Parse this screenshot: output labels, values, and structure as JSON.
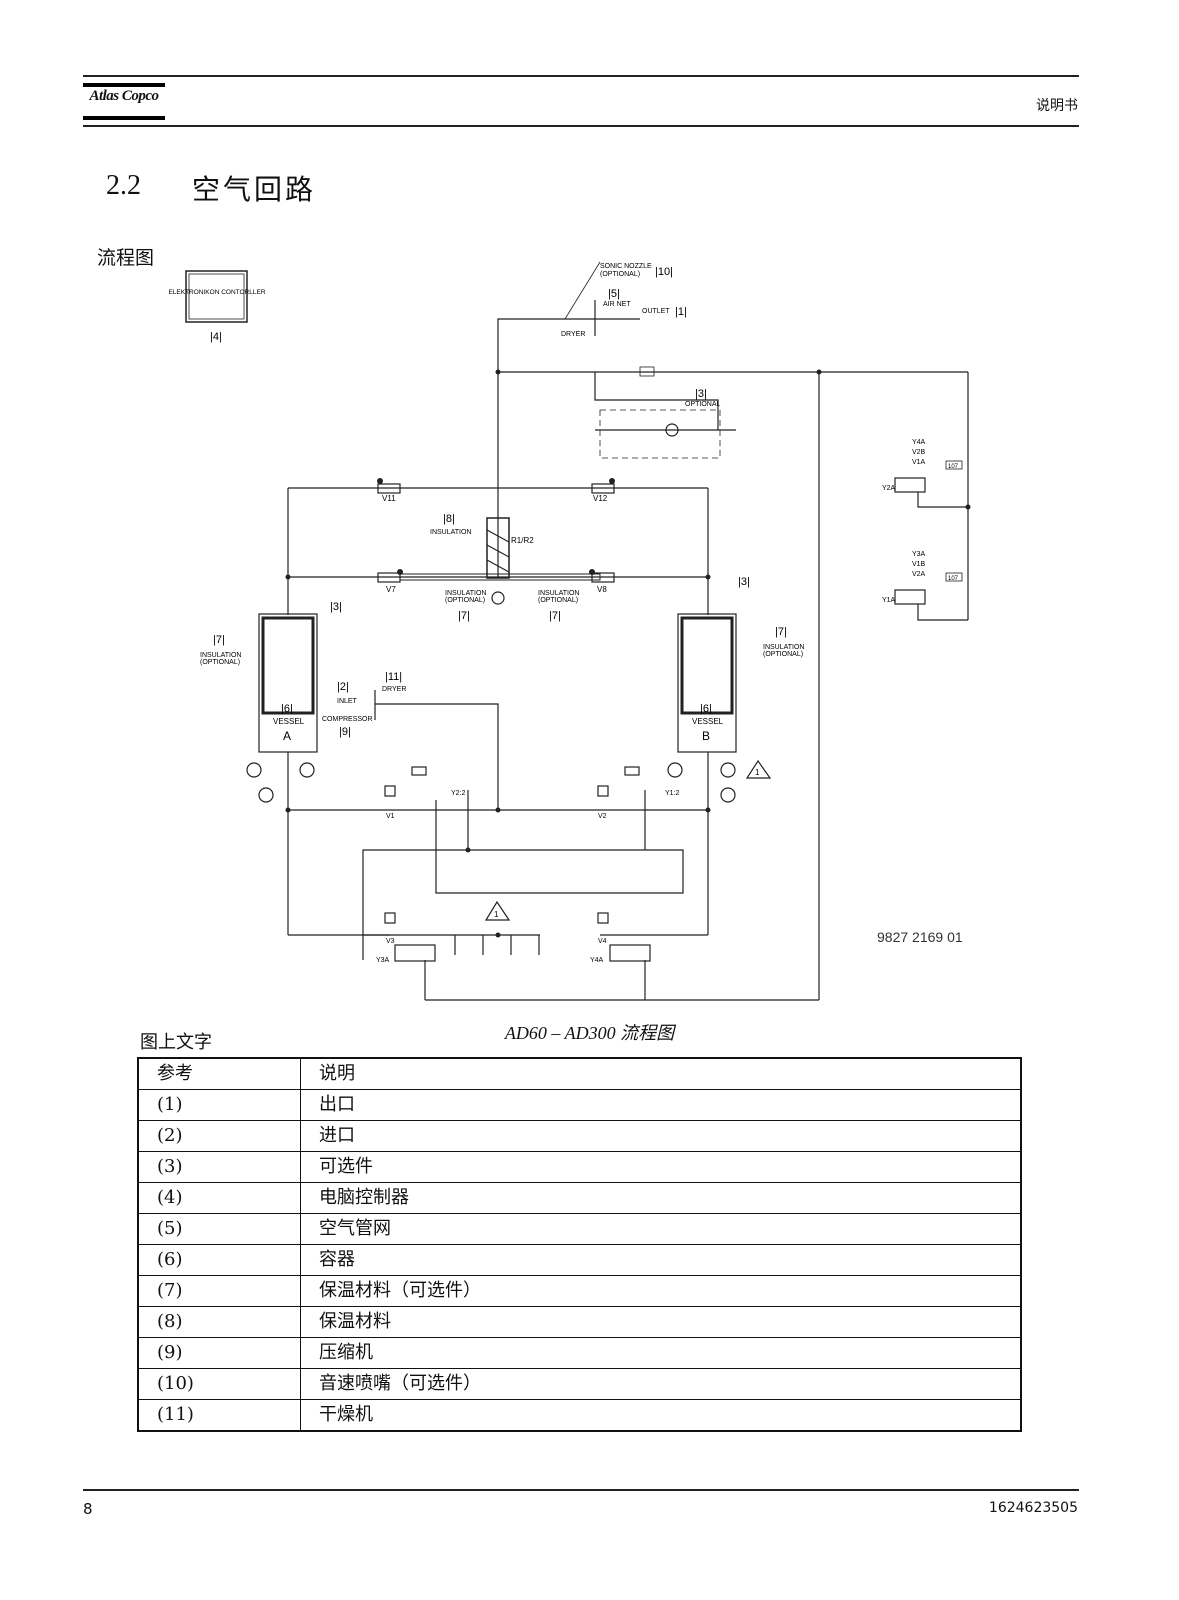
{
  "header": {
    "brand": "Atlas Copco",
    "doc_type": "说明书"
  },
  "section": {
    "number": "2.2",
    "title": "空气回路"
  },
  "subheading": "流程图",
  "diagram": {
    "controller_box": "ELEKTRONIKON CONTORLLER",
    "drawing_number": "9827 2169 01",
    "labels": {
      "sonic_nozzle": "SONIC NOZZLE",
      "optional": "(OPTIONAL)",
      "air_net": "AIR NET",
      "outlet": "OUTLET",
      "dryer": "DRYER",
      "insulation": "INSULATION",
      "vessel": "VESSEL",
      "inlet": "INLET",
      "compressor": "COMPRESSOR",
      "optional_word": "OPTIONAL",
      "r1r2": "R1/R2",
      "vessel_a": "A",
      "vessel_b": "B",
      "warning": "1"
    },
    "valves": [
      "V11",
      "V12",
      "V7",
      "V8",
      "V1",
      "V2",
      "V3",
      "V4",
      "Y2:2",
      "Y1:2",
      "Y3A",
      "Y4A",
      "Y2A",
      "Y1A"
    ],
    "solenoid_groups": [
      {
        "lines": [
          "Y4A",
          "V2B",
          "V1A"
        ],
        "tag": "107"
      },
      {
        "lines": [
          "Y3A",
          "V1B",
          "V2A"
        ],
        "tag": "107"
      }
    ],
    "refs": [
      "|10|",
      "|5|",
      "|1|",
      "|3|",
      "|8|",
      "|7|",
      "|6|",
      "|2|",
      "|11|",
      "|9|",
      "|4|"
    ]
  },
  "caption": "AD60 – AD300 流程图",
  "legend": {
    "label": "图上文字",
    "header": {
      "ref": "参考",
      "desc": "说明"
    },
    "rows": [
      {
        "ref": "(1)",
        "desc": "出口"
      },
      {
        "ref": "(2)",
        "desc": "进口"
      },
      {
        "ref": "(3)",
        "desc": "可选件"
      },
      {
        "ref": "(4)",
        "desc": "电脑控制器"
      },
      {
        "ref": "(5)",
        "desc": "空气管网"
      },
      {
        "ref": "(6)",
        "desc": "容器"
      },
      {
        "ref": "(7)",
        "desc": "保温材料（可选件）"
      },
      {
        "ref": "(8)",
        "desc": "保温材料"
      },
      {
        "ref": "(9)",
        "desc": "压缩机"
      },
      {
        "ref": "(10)",
        "desc": "音速喷嘴（可选件）"
      },
      {
        "ref": "(11)",
        "desc": "干燥机"
      }
    ]
  },
  "footer": {
    "page": "8",
    "doc_number": "1624623505"
  }
}
